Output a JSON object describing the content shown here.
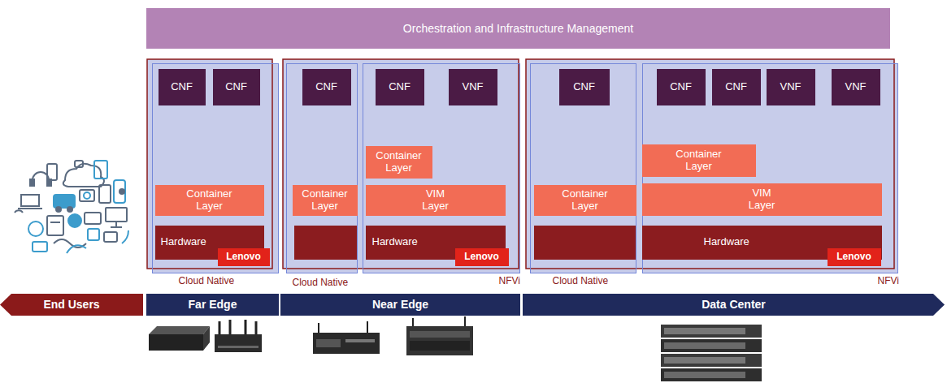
{
  "diagram": {
    "nodes": [
      {
        "text": [
          "Orchestration and Infrastructure Management"
        ]
      },
      {
        "text": [
          "Cloud Native"
        ]
      },
      {
        "text": [
          "CNF"
        ],
        "in": 1
      },
      {
        "text": [
          "CNF"
        ],
        "in": 1
      },
      {
        "text": [
          "Container Layer"
        ],
        "in": 1
      },
      {
        "text": [
          "Hardware"
        ],
        "in": 1
      },
      {
        "text": [
          "Lenovo"
        ],
        "in": 5
      },
      {
        "text": [
          "Cloud Native"
        ]
      },
      {
        "text": [
          "CNF"
        ],
        "in": 7
      },
      {
        "text": [
          "Container Layer"
        ],
        "in": 7
      },
      {
        "text": [
          "NFVi"
        ]
      },
      {
        "text": [
          "CNF"
        ],
        "in": 10
      },
      {
        "text": [
          "VNF"
        ],
        "in": 10
      },
      {
        "text": [
          "Container Layer"
        ],
        "in": 10
      },
      {
        "text": [
          "VIM Layer"
        ],
        "in": 10
      },
      {
        "text": [
          "Hardware"
        ],
        "in": 10
      },
      {
        "text": [
          "Lenovo"
        ],
        "in": 15
      },
      {
        "text": [
          "Cloud Native"
        ]
      },
      {
        "text": [
          "CNF"
        ],
        "in": 17
      },
      {
        "text": [
          "Container Layer"
        ],
        "in": 17
      },
      {
        "text": [
          "NFVi"
        ]
      },
      {
        "text": [
          "CNF"
        ],
        "in": 20
      },
      {
        "text": [
          "CNF"
        ],
        "in": 20
      },
      {
        "text": [
          "VNF"
        ],
        "in": 20
      },
      {
        "text": [
          "VNF"
        ],
        "in": 20
      },
      {
        "text": [
          "Container Layer"
        ],
        "in": 20
      },
      {
        "text": [
          "VIM Layer"
        ],
        "in": 20
      },
      {
        "text": [
          "Hardware"
        ],
        "in": 20
      },
      {
        "text": [
          "Lenovo"
        ],
        "in": 27
      },
      {
        "text": [
          "End Users"
        ]
      },
      {
        "text": [
          "Far Edge"
        ]
      },
      {
        "text": [
          "Near Edge"
        ]
      },
      {
        "text": [
          "Data Center"
        ]
      }
    ]
  }
}
